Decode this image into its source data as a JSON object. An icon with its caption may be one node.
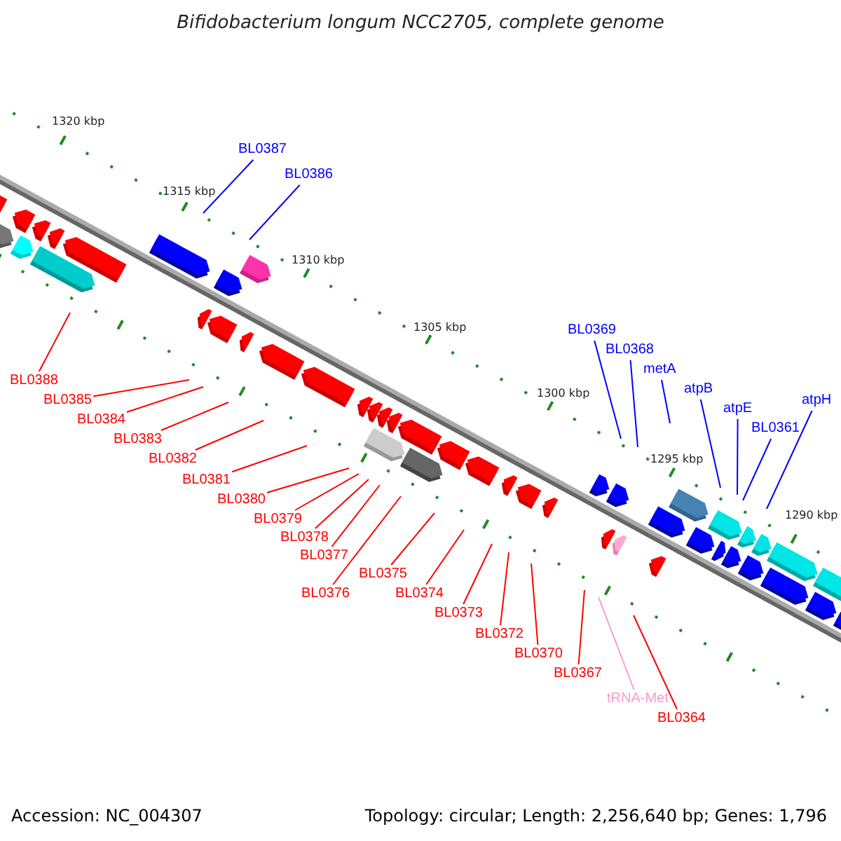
{
  "diagram": {
    "title": "Bifidobacterium longum NCC2705, complete genome",
    "nodes": [
      {
        "text": [
          "BL0387"
        ]
      },
      {
        "text": [
          "BL0386"
        ]
      },
      {
        "text": [
          "BL0369"
        ]
      },
      {
        "text": [
          "BL0368"
        ]
      },
      {
        "text": [
          "metA"
        ]
      },
      {
        "text": [
          "atpB"
        ]
      },
      {
        "text": [
          "atpE"
        ]
      },
      {
        "text": [
          "BL0361"
        ]
      },
      {
        "text": [
          "atpH"
        ]
      },
      {
        "text": [
          "BL0388"
        ]
      },
      {
        "text": [
          "BL0385"
        ]
      },
      {
        "text": [
          "BL0384"
        ]
      },
      {
        "text": [
          "BL0383"
        ]
      },
      {
        "text": [
          "BL0382"
        ]
      },
      {
        "text": [
          "BL0381"
        ]
      },
      {
        "text": [
          "BL0380"
        ]
      },
      {
        "text": [
          "BL0379"
        ]
      },
      {
        "text": [
          "BL0378"
        ]
      },
      {
        "text": [
          "BL0377"
        ]
      },
      {
        "text": [
          "BL0376"
        ]
      },
      {
        "text": [
          "BL0375"
        ]
      },
      {
        "text": [
          "BL0374"
        ]
      },
      {
        "text": [
          "BL0373"
        ]
      },
      {
        "text": [
          "BL0372"
        ]
      },
      {
        "text": [
          "BL0370"
        ]
      },
      {
        "text": [
          "BL0367"
        ]
      },
      {
        "text": [
          "tRNA-Met"
        ]
      },
      {
        "text": [
          "BL0364"
        ]
      }
    ],
    "edges": [
      {
        "from": 0,
        "to": null,
        "arrow": "none",
        "color": "#0000ff"
      },
      {
        "from": 1,
        "to": null,
        "arrow": "none",
        "color": "#0000ff"
      },
      {
        "from": 2,
        "to": null,
        "arrow": "none",
        "color": "#0000ff"
      },
      {
        "from": 3,
        "to": null,
        "arrow": "none",
        "color": "#0000ff"
      },
      {
        "from": 4,
        "to": null,
        "arrow": "none",
        "color": "#0000ff"
      },
      {
        "from": 5,
        "to": null,
        "arrow": "none",
        "color": "#0000ff"
      },
      {
        "from": 6,
        "to": null,
        "arrow": "none",
        "color": "#0000ff"
      },
      {
        "from": 7,
        "to": null,
        "arrow": "none",
        "color": "#0000ff"
      },
      {
        "from": 8,
        "to": null,
        "arrow": "none",
        "color": "#0000ff"
      },
      {
        "from": 9,
        "to": null,
        "arrow": "none"
      },
      {
        "from": 10,
        "to": null,
        "arrow": "none"
      },
      {
        "from": 11,
        "to": null,
        "arrow": "none"
      },
      {
        "from": 12,
        "to": null,
        "arrow": "none"
      },
      {
        "from": 13,
        "to": null,
        "arrow": "none"
      },
      {
        "from": 14,
        "to": null,
        "arrow": "none"
      },
      {
        "from": 15,
        "to": null,
        "arrow": "none"
      },
      {
        "from": 16,
        "to": null,
        "arrow": "none"
      },
      {
        "from": 17,
        "to": null,
        "arrow": "none"
      },
      {
        "from": 18,
        "to": null,
        "arrow": "none"
      },
      {
        "from": 19,
        "to": null,
        "arrow": "none"
      },
      {
        "from": 20,
        "to": null,
        "arrow": "none"
      },
      {
        "from": 21,
        "to": null,
        "arrow": "none"
      },
      {
        "from": 22,
        "to": null,
        "arrow": "none"
      },
      {
        "from": 23,
        "to": null,
        "arrow": "none"
      },
      {
        "from": 24,
        "to": null,
        "arrow": "none"
      },
      {
        "from": 25,
        "to": null,
        "arrow": "none"
      },
      {
        "from": 26,
        "to": null,
        "arrow": "none",
        "color": "#ff99cc"
      },
      {
        "from": 27,
        "to": null,
        "arrow": "none"
      }
    ],
    "labels": [
      "1320 kbp",
      "1315 kbp",
      "1310 kbp",
      "1305 kbp",
      "1300 kbp",
      "1295 kbp",
      "1290 kbp",
      "Accession: NC_004307",
      "Topology: circular; Length: 2,256,640 bp; Genes: 1,796"
    ]
  }
}
